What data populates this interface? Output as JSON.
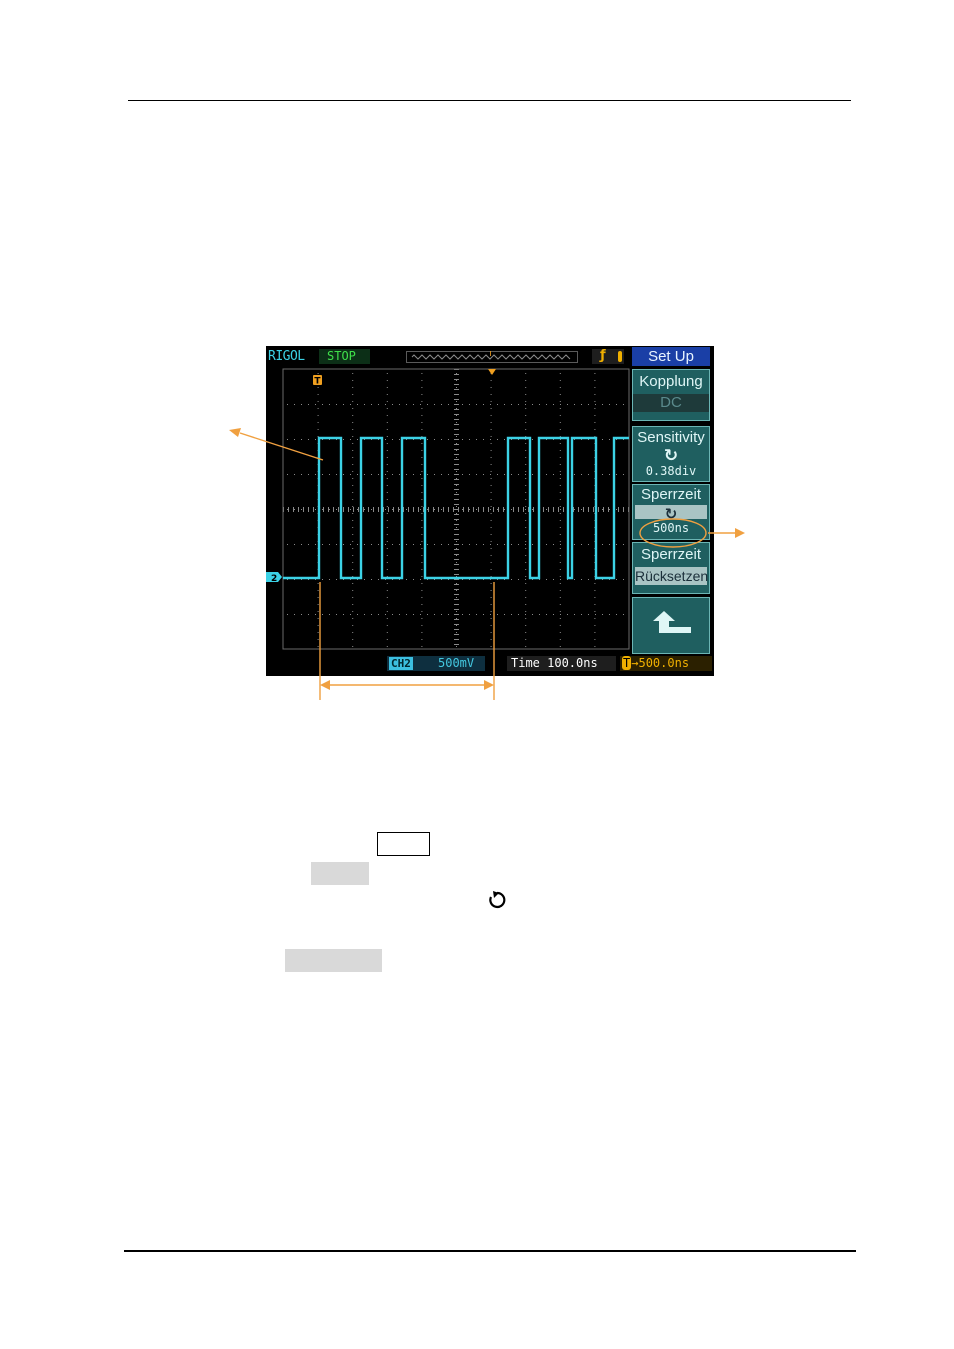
{
  "scope": {
    "brand": "RIGOL",
    "run_state": "STOP",
    "trigger_slope_icon": "rising-edge-icon",
    "menu": {
      "title": "Set Up",
      "items": [
        {
          "label": "Kopplung",
          "value": "DC"
        },
        {
          "label": "Sensitivity",
          "value": "0.38div",
          "icon": "rotate-knob-icon"
        },
        {
          "label": "Sperrzeit",
          "value": "500ns",
          "icon": "rotate-knob-icon"
        },
        {
          "label": "Sperrzeit",
          "value": "Rücksetzen"
        },
        {
          "label": "",
          "icon": "return-arrow-icon"
        }
      ]
    },
    "channel_tag": "CH2",
    "channel_scale": "500mV",
    "timebase": "Time 100.0ns",
    "trigger_position": "500.0ns",
    "colors": {
      "trace": "#3cd2e6",
      "annotation": "#f0a040",
      "menu_bg": "#1f5f60",
      "title_bar": "#1a3fa6",
      "trigger": "#f0b000"
    }
  },
  "icons": [
    "rotate-knob-icon"
  ]
}
